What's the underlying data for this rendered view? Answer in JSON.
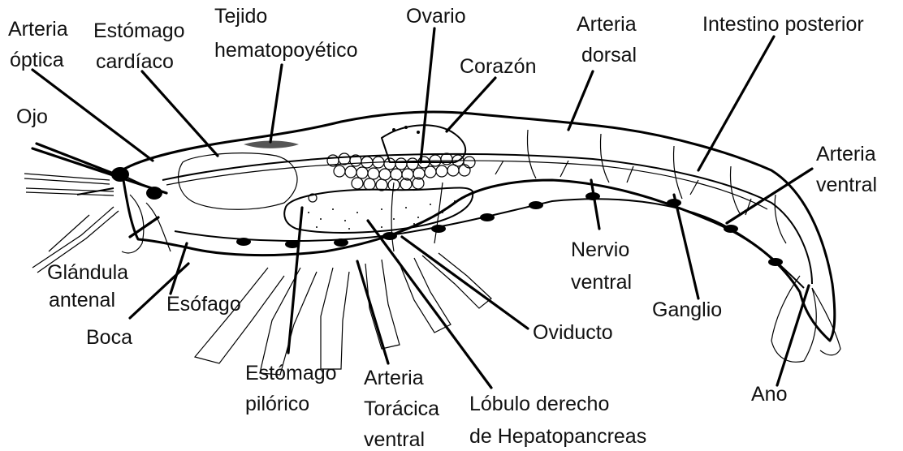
{
  "labels": {
    "arteria_optica": [
      "Arteria",
      "óptica"
    ],
    "estomago_cardiaco": [
      "Estómago",
      "cardíaco"
    ],
    "tejido": [
      "Tejido",
      "hematopoyético"
    ],
    "ovario": "Ovario",
    "arteria_dorsal": [
      "Arteria",
      "dorsal"
    ],
    "intestino": "Intestino posterior",
    "corazon": "Corazón",
    "ojo": "Ojo",
    "arteria_ventral": [
      "Arteria",
      "ventral"
    ],
    "glandula": [
      "Glándula",
      "antenal"
    ],
    "esofago": "Esófago",
    "boca": "Boca",
    "nervio": [
      "Nervio",
      "ventral"
    ],
    "ganglio": "Ganglio",
    "oviducto": "Oviducto",
    "ano": "Ano",
    "estomago_pilorico": [
      "Estómago",
      "pilórico"
    ],
    "arteria_toracica": [
      "Arteria",
      "Torácica",
      "ventral"
    ],
    "lobulo": [
      "Lóbulo derecho",
      "de Hepatopancreas"
    ]
  }
}
